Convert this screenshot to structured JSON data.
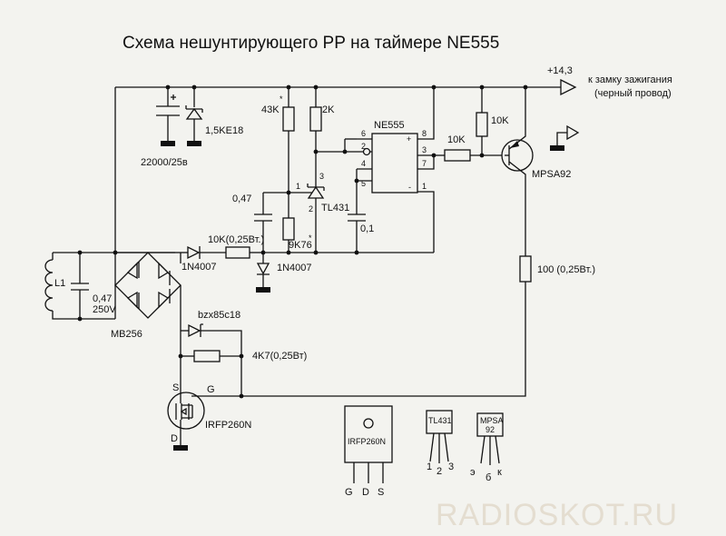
{
  "title": "Схема нешунтирующего РР на таймере NE555",
  "supply": {
    "voltage": "+14,3",
    "dest_line1": "к замку зажигания",
    "dest_line2": "(черный провод)"
  },
  "components": {
    "cap_main": "22000/25в",
    "tvs": "1,5KE18",
    "r43k": "43K",
    "r2k": "2K",
    "ic": "NE555",
    "ic_pins": [
      "1",
      "2",
      "3",
      "4",
      "5",
      "6",
      "7",
      "8"
    ],
    "tl_pins": [
      "1",
      "2",
      "3"
    ],
    "r10k_top": "10K",
    "r10k_mid": "10K",
    "transistor": "MPSA92",
    "cap047": "0,47",
    "tl431": "TL431",
    "cap01": "0,1",
    "r9k76": "9K76",
    "r10k_diode": "10K(0,25Вт.)",
    "diode1": "1N4007",
    "diode2": "1N4007",
    "r100": "100 (0,25Вт.)",
    "coil": "L1",
    "cap_coil_value": "0,47",
    "cap_coil_voltage": "250V",
    "bridge": "MB256",
    "zener": "bzx85c18",
    "r4k7": "4K7(0,25Вт)",
    "mosfet": "IRFP260N",
    "mosfet_pin_s": "S",
    "mosfet_pin_g": "G",
    "mosfet_pin_d": "D",
    "asterisk": "*"
  },
  "packages": {
    "irfp_label": "IRFP260N",
    "irfp_pins": [
      "G",
      "D",
      "S"
    ],
    "tl431_label": "TL431",
    "tl431_pins": [
      "1",
      "2",
      "3"
    ],
    "mpsa_label_1": "MPSA",
    "mpsa_label_2": "92",
    "mpsa_pins": [
      "э",
      "б",
      "к"
    ]
  },
  "watermark": "RADIOSKOT.RU"
}
